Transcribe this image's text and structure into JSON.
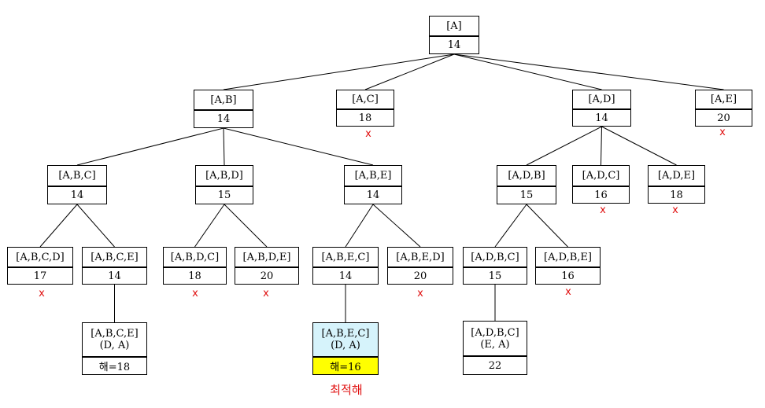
{
  "tree": {
    "nodes": {
      "a": {
        "path": "[A]",
        "extra": "",
        "value": "14"
      },
      "ab": {
        "path": "[A,B]",
        "extra": "",
        "value": "14"
      },
      "ac": {
        "path": "[A,C]",
        "extra": "",
        "value": "18"
      },
      "ad": {
        "path": "[A,D]",
        "extra": "",
        "value": "14"
      },
      "ae": {
        "path": "[A,E]",
        "extra": "",
        "value": "20"
      },
      "abc": {
        "path": "[A,B,C]",
        "extra": "",
        "value": "14"
      },
      "abd": {
        "path": "[A,B,D]",
        "extra": "",
        "value": "15"
      },
      "abe": {
        "path": "[A,B,E]",
        "extra": "",
        "value": "14"
      },
      "adb": {
        "path": "[A,D,B]",
        "extra": "",
        "value": "15"
      },
      "adc": {
        "path": "[A,D,C]",
        "extra": "",
        "value": "16"
      },
      "ade": {
        "path": "[A,D,E]",
        "extra": "",
        "value": "18"
      },
      "abcd": {
        "path": "[A,B,C,D]",
        "extra": "",
        "value": "17"
      },
      "abce": {
        "path": "[A,B,C,E]",
        "extra": "",
        "value": "14"
      },
      "abdc": {
        "path": "[A,B,D,C]",
        "extra": "",
        "value": "18"
      },
      "abde": {
        "path": "[A,B,D,E]",
        "extra": "",
        "value": "20"
      },
      "abec": {
        "path": "[A,B,E,C]",
        "extra": "",
        "value": "14"
      },
      "abed": {
        "path": "[A,B,E,D]",
        "extra": "",
        "value": "20"
      },
      "adbc": {
        "path": "[A,D,B,C]",
        "extra": "",
        "value": "15"
      },
      "adbe": {
        "path": "[A,D,B,E]",
        "extra": "",
        "value": "16"
      },
      "abce_f": {
        "path": "[A,B,C,E]",
        "extra": "(D, A)",
        "value": "해=18"
      },
      "abec_f": {
        "path": "[A,B,E,C]",
        "extra": "(D, A)",
        "value": "해=16"
      },
      "adbc_f": {
        "path": "[A,D,B,C]",
        "extra": "(E, A)",
        "value": "22"
      }
    },
    "pruned_mark": "x",
    "optimal_label": "최적해"
  }
}
